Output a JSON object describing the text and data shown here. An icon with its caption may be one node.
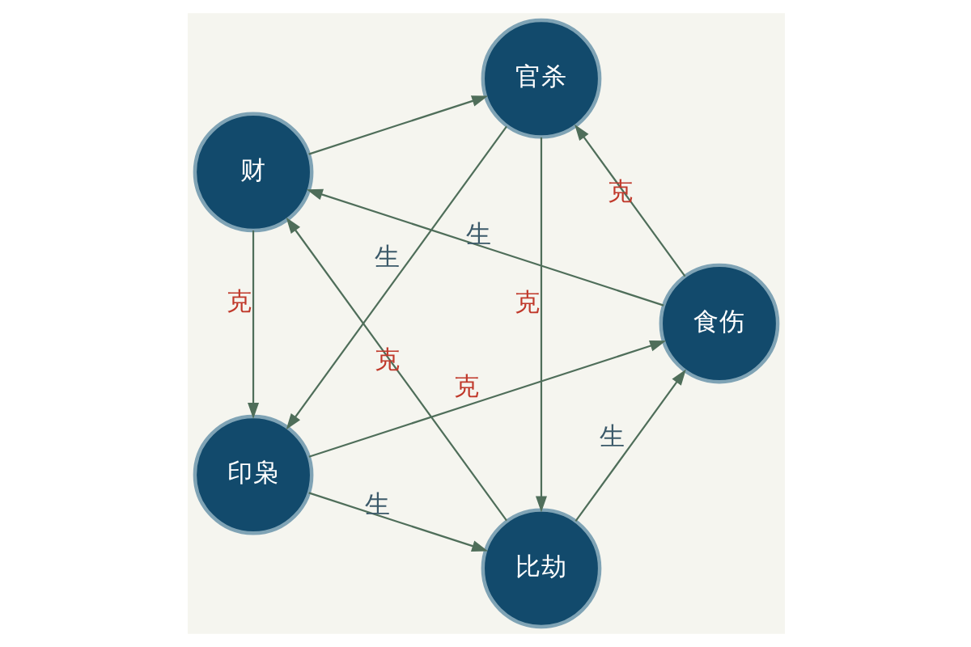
{
  "diagram": {
    "nodes": [
      {
        "text": [
          "比劫"
        ]
      },
      {
        "text": [
          "食伤"
        ]
      },
      {
        "text": [
          "财"
        ]
      },
      {
        "text": [
          "官杀"
        ]
      },
      {
        "text": [
          "印枭"
        ]
      }
    ],
    "edges": [
      {
        "from": 4,
        "to": 0,
        "arrow": "to",
        "label": "生"
      },
      {
        "from": 0,
        "to": 1,
        "arrow": "to",
        "label": "生"
      },
      {
        "from": 1,
        "to": 2,
        "arrow": "to",
        "label": "生"
      },
      {
        "from": 2,
        "to": 3,
        "arrow": "to"
      },
      {
        "from": 3,
        "to": 4,
        "arrow": "to",
        "label": "生"
      },
      {
        "from": 0,
        "to": 2,
        "arrow": "to",
        "label": "克"
      },
      {
        "from": 2,
        "to": 4,
        "arrow": "to",
        "label": "克"
      },
      {
        "from": 4,
        "to": 1,
        "arrow": "to",
        "label": "克"
      },
      {
        "from": 1,
        "to": 3,
        "arrow": "to",
        "label": "克"
      },
      {
        "from": 3,
        "to": 0,
        "arrow": "to",
        "label": "克"
      }
    ]
  }
}
